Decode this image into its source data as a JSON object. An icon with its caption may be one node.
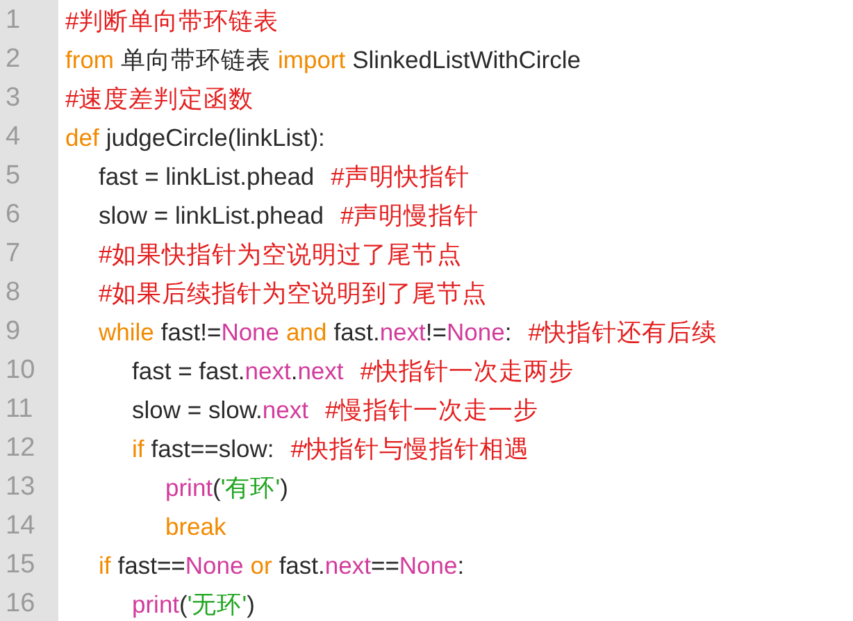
{
  "diagram": {
    "labels": [
      "1",
      "#判断单向带环链表",
      "2",
      "from",
      "单向带环链表",
      "import",
      "SlinkedListWithCircle",
      "3",
      "#速度差判定函数",
      "4",
      "def",
      "judgeCircle(linkList):",
      "5",
      "fast = linkList.phead",
      "#声明快指针",
      "6",
      "slow = linkList.phead",
      "#声明慢指针",
      "7",
      "#如果快指针为空说明过了尾节点",
      "8",
      "#如果后续指针为空说明到了尾节点",
      "9",
      "while",
      "fast!=",
      "None",
      "and",
      "fast.",
      "next",
      "!=",
      "None",
      ":",
      "#快指针还有后续",
      "10",
      "fast = fast.",
      "next",
      ".",
      "next",
      "#快指针一次走两步",
      "11",
      "slow = slow.",
      "next",
      "#慢指针一次走一步",
      "12",
      "if",
      "fast==slow:",
      "#快指针与慢指针相遇",
      "13",
      "print",
      "(",
      "'有环'",
      ")",
      "14",
      "break",
      "15",
      "if",
      "fast==",
      "None",
      "or",
      "fast.",
      "next",
      "==",
      "None",
      ":",
      "16",
      "print",
      "(",
      "'无环'",
      ")"
    ]
  }
}
